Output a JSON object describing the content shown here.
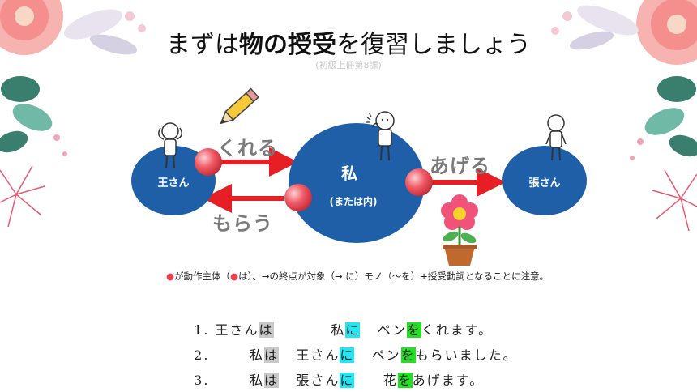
{
  "title": {
    "pre": "まずは",
    "bold": "物の授受",
    "post": "を復習しましょう"
  },
  "subtitle": "(初級上冊第8課)",
  "diagram": {
    "left_circle": "王さん",
    "center_circle_main": "私",
    "center_circle_sub": "(または内)",
    "right_circle": "張さん",
    "verb_top_left": "くれる",
    "verb_bottom_left": "もらう",
    "verb_right": "あげる"
  },
  "note": {
    "dot1": "●",
    "t1": "が動作主体（",
    "dot2": "●",
    "t2": "は）、→の終点が対象（→ に）モノ（～を）+授受動詞となることに注意。"
  },
  "sentences": [
    {
      "num": "1.",
      "a": " 王さん",
      "wa": "は",
      "b": "          私",
      "ni": "に",
      "c": "   ペン",
      "wo": "を",
      "d": "くれます。"
    },
    {
      "num": "2.",
      "a": "       私",
      "wa": "は",
      "b": "   王さん",
      "ni": "に",
      "c": "   ペン",
      "wo": "を",
      "d": "もらいました。"
    },
    {
      "num": "3.",
      "a": "       私",
      "wa": "は",
      "b": "   張さん",
      "ni": "に",
      "c": "     花",
      "wo": "を",
      "d": "あげます。"
    }
  ],
  "colors": {
    "circle": "#1f5fa8",
    "arrow": "#e81e25",
    "ball": "#e8434f",
    "verb": "#7a7a7a"
  }
}
